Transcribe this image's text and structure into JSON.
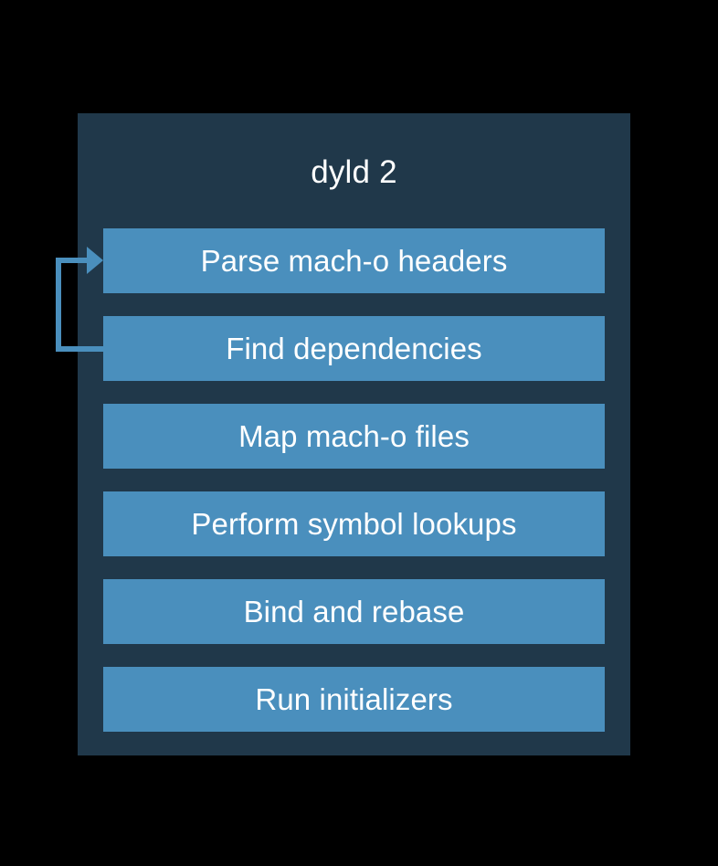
{
  "diagram": {
    "title": "dyld 2",
    "panel_color": "#20384a",
    "box_color": "#4a8fbd",
    "text_color": "#ffffff",
    "background_color": "#000000",
    "arrow_color": "#4a8fbd",
    "steps": [
      {
        "label": "Parse mach-o headers"
      },
      {
        "label": "Find dependencies"
      },
      {
        "label": "Map mach-o files"
      },
      {
        "label": "Perform symbol lookups"
      },
      {
        "label": "Bind and rebase"
      },
      {
        "label": "Run initializers"
      }
    ],
    "loop_arrow": {
      "name": "loop-back-arrow",
      "from_step": "Find dependencies",
      "to_step": "Parse mach-o headers",
      "direction": "up-and-right"
    }
  }
}
